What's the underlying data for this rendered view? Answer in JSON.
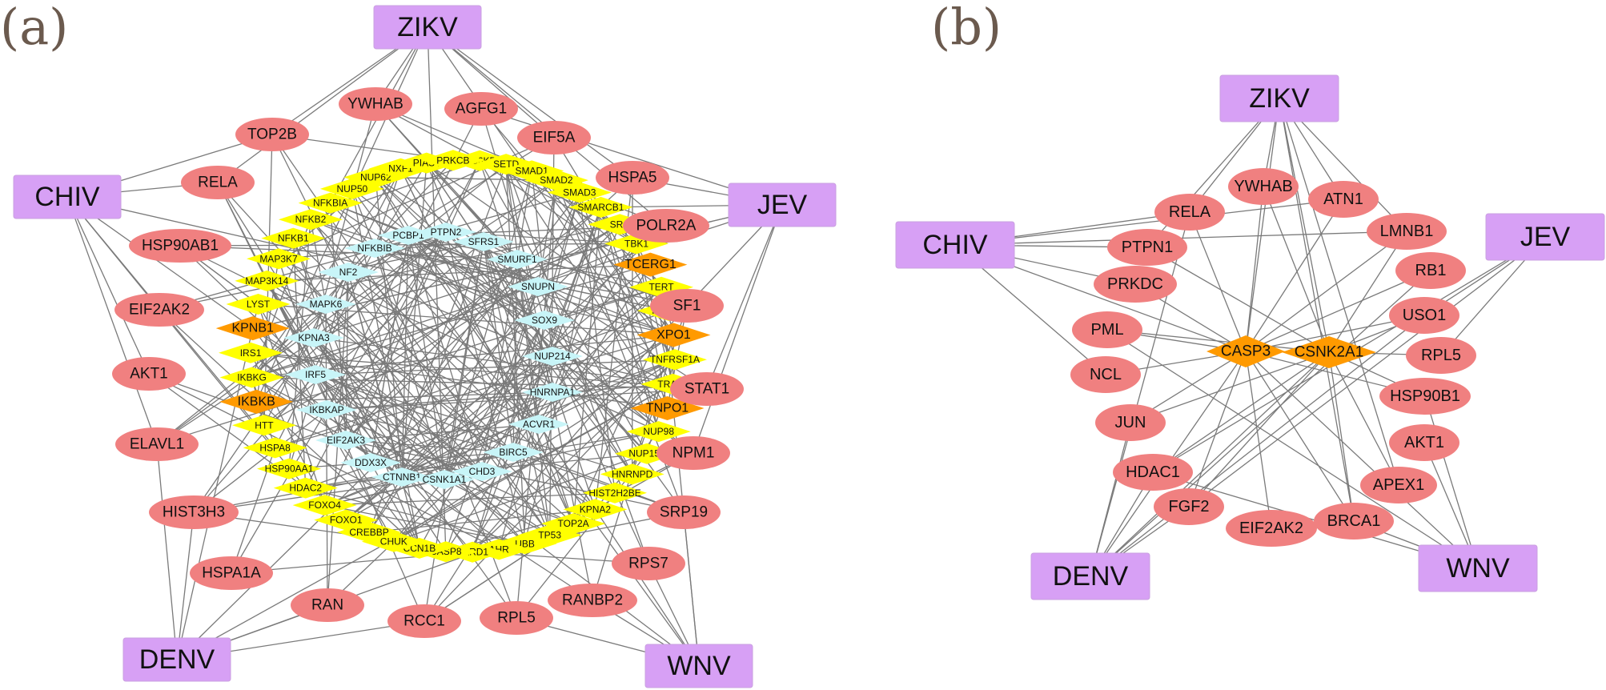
{
  "panels": [
    {
      "label": "(a)",
      "virus_nodes": [
        "ZIKV",
        "CHIV",
        "JEV",
        "DENV",
        "WNV"
      ],
      "red_nodes": [
        "YWHAB",
        "AGFG1",
        "TOP2B",
        "EIF5A",
        "RELA",
        "HSPA5",
        "POLR2A",
        "HSP90AB1",
        "EIF2AK2",
        "SF1",
        "AKT1",
        "STAT1",
        "ELAVL1",
        "NPM1",
        "HIST3H3",
        "SRP19",
        "HSPA1A",
        "RPS7",
        "RAN",
        "RCC1",
        "RPL5",
        "RANBP2"
      ],
      "orange_nodes": [
        "TCERG1",
        "XPO1",
        "TNPO1",
        "KPNB1",
        "IKBKB"
      ],
      "yellow_nodes": [
        "RPS6KB1",
        "SETD",
        "SMAD1",
        "PRKCB",
        "SMAD3",
        "SMAD2",
        "PIAS4",
        "NXF1",
        "SMARCB1",
        "NUP62",
        "SRC",
        "NUP50",
        "TBK1",
        "NFKBIA",
        "NFKB2",
        "TERT",
        "NFKB1",
        "TGFBR1",
        "MAP3K7",
        "TNFRSF1A",
        "MAP3K14",
        "TRAF2",
        "LYST",
        "NUP98",
        "IRS1",
        "NUP153",
        "IKBKG",
        "HNRNPD",
        "HIST2H2BE",
        "HTT",
        "KPNA2",
        "HSPA8",
        "TOP2A",
        "HSP90AA1",
        "TP53",
        "HDAC2",
        "UBB",
        "FOXO4",
        "AHR",
        "FOXO1",
        "SARD1",
        "CREBBP",
        "CHUK",
        "CCN1B",
        "CASP8"
      ],
      "cyan_nodes": [
        "PCBP1",
        "PTPN2",
        "NFKBIB",
        "SFRS1",
        "NF2",
        "SMURF1",
        "MAPK6",
        "SNUPN",
        "SOX9",
        "KPNA3",
        "NUP214",
        "IRF5",
        "HNRNPA1",
        "IKBKAP",
        "ACVR1",
        "EIF2AK3",
        "BIRC5",
        "DDX3X",
        "CHD3",
        "CTNNB1",
        "CSNK1A1"
      ]
    },
    {
      "label": "(b)",
      "virus_nodes": [
        "ZIKV",
        "CHIV",
        "JEV",
        "DENV",
        "WNV"
      ],
      "red_nodes": [
        "YWHAB",
        "ATN1",
        "RELA",
        "LMNB1",
        "PTPN1",
        "RB1",
        "PRKDC",
        "USO1",
        "PML",
        "RPL5",
        "NCL",
        "HSP90B1",
        "JUN",
        "AKT1",
        "HDAC1",
        "APEX1",
        "FGF2",
        "EIF2AK2",
        "BRCA1"
      ],
      "orange_nodes": [
        "CASP3",
        "CSNK2A1"
      ]
    }
  ],
  "colors": {
    "virus": "#d7a0f5",
    "host_factor": "#f08080",
    "hub_yellow": "#ffff00",
    "hub_orange": "#ff9a00",
    "inner_cyan": "#c8f5f8",
    "edge": "#7a7a7a"
  }
}
